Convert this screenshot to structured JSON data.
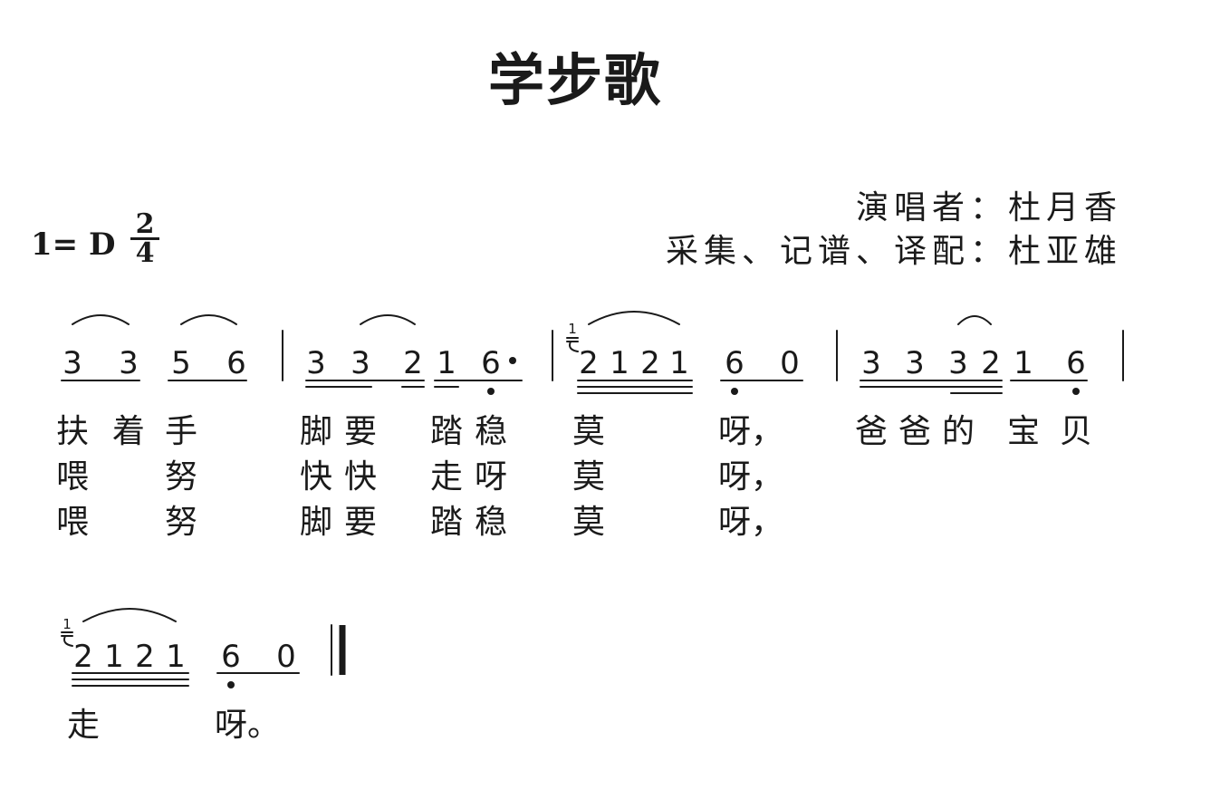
{
  "title": "学步歌",
  "credits": {
    "performer": "演唱者：杜月香",
    "arranger": "采集、记谱、译配：杜亚雄"
  },
  "key_signature": "1= D",
  "time_signature": {
    "numerator": "2",
    "denominator": "4"
  },
  "measures": [
    {
      "notes": [
        "3",
        "3",
        "5",
        "6"
      ]
    },
    {
      "notes": [
        "3",
        "3",
        "2",
        "1",
        "6"
      ]
    },
    {
      "grace": "1",
      "notes": [
        "2",
        "1",
        "2",
        "1",
        "6",
        "0"
      ]
    },
    {
      "notes": [
        "3",
        "3",
        "3",
        "2",
        "1",
        "6"
      ]
    },
    {
      "grace": "1",
      "notes": [
        "2",
        "1",
        "2",
        "1",
        "6",
        "0"
      ]
    }
  ],
  "lyrics": {
    "verse1": {
      "line1": [
        "扶",
        "着",
        "手",
        "脚",
        "要",
        "踏",
        "稳",
        "莫",
        "呀，",
        "爸",
        "爸",
        "的",
        "宝",
        "贝"
      ],
      "line2": [
        "走",
        "呀。"
      ]
    },
    "verse2": [
      "喂",
      "努",
      "快",
      "快",
      "走",
      "呀",
      "莫",
      "呀，"
    ],
    "verse3": [
      "喂",
      "努",
      "脚",
      "要",
      "踏",
      "稳",
      "莫",
      "呀，"
    ]
  },
  "colors": {
    "ink": "#1a1a1a",
    "paper": "#ffffff"
  }
}
